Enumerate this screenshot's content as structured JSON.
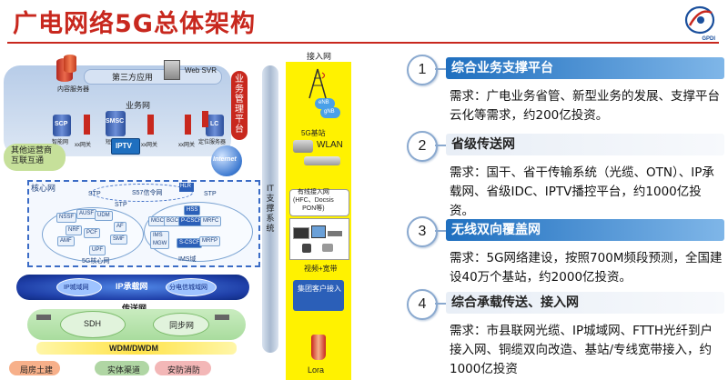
{
  "header": {
    "title": "广电网络5G总体架构",
    "logo_text": "GPDI"
  },
  "diagram": {
    "third_party": "第三方应用",
    "content_server": "内容服务器",
    "web_svr": "Web SVR",
    "business_net": "业务网",
    "scp": "SCP",
    "scp_sub": "智能网",
    "smsc": "SMSC",
    "smsc_sub": "短消息",
    "iptv": "IPTV",
    "lc": "LC",
    "lc_sub": "定位服务器",
    "xx_gateway_1": "xx网关",
    "xx_gateway_2": "xx网关",
    "xx_gateway_3": "xx网关",
    "other_operator": "其他运营商\n互联互通",
    "internet": "Internet",
    "service_mgmt": "业务管理平台",
    "core_net": "核心网",
    "stp_1": "STP",
    "stp_2": "STP",
    "stp_3": "STP",
    "hlr": "HLR",
    "s57_net": "S57信令网",
    "nssf": "NSSF",
    "ausf": "AUSF",
    "udm": "UDM",
    "nrf": "NRF",
    "af": "AF",
    "pcf": "PCF",
    "amf": "AMF",
    "smf": "SMF",
    "upf": "UPF",
    "core_5g": "5G核心网",
    "mgcf": "MGCF",
    "bgcf": "BGCF",
    "pcscf": "P-CSCF",
    "hss": "HSS",
    "mrfc": "MRFC",
    "ims_mgw": "IMS\nMGW",
    "scscf": "S-CSCF",
    "mrfp": "MRFP",
    "ims_domain": "IMS域",
    "ip_bearer": "IP承载网",
    "ip_metro": "IP城域网",
    "dist_metro": "分电信城域网",
    "transport": "传送网",
    "sdh": "SDH",
    "sync_net": "同步网",
    "wdm": "WDM/DWDM",
    "civil": "局房土建",
    "channel": "实体渠道",
    "security": "安防消防",
    "it_support": "IT支撑系统",
    "access_net": "接入网",
    "enb": "eNB",
    "gnb": "gNB",
    "station_5g": "5G基站",
    "wlan": "WLAN",
    "cable_access": "有线接入网\n(HFC、Docsis\nPON等)",
    "video_broadband": "视频+宽带",
    "group_access": "集团客户接入",
    "lora": "Lora"
  },
  "items": [
    {
      "number": "1",
      "title": "综合业务支撑平台",
      "desc": "需求：广电业务省管、新型业务的发展、支撑平台云化等需求，约200亿投资。"
    },
    {
      "number": "2",
      "title": "省级传送网",
      "desc": "需求：国干、省干传输系统（光缆、OTN）、IP承载网、省级IDC、IPTV播控平台，约1000亿投资。"
    },
    {
      "number": "3",
      "title": "无线双向覆盖网",
      "desc": "需求：5G网络建设，按照700M频段预测，全国建设40万个基站，约2000亿投资。"
    },
    {
      "number": "4",
      "title": "综合承载传送、接入网",
      "desc": "需求：市县联网光缆、IP城域网、FTTH光纤到户接入网、铜缆双向改造、基站/专线宽带接入，约1000亿投资"
    }
  ],
  "colors": {
    "title_red": "#c8281e",
    "accent_blue": "#1f6fbf",
    "access_yellow": "#fff200",
    "core_blue": "#2b5fb8"
  }
}
